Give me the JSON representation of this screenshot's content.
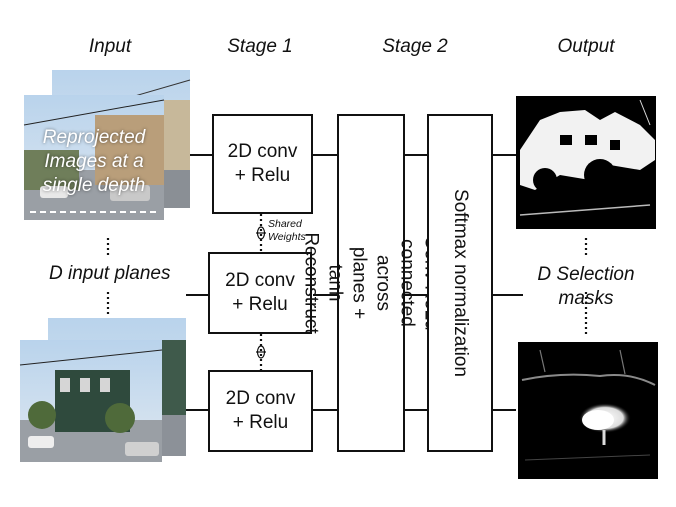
{
  "headers": {
    "input": "Input",
    "stage1": "Stage 1",
    "stage2": "Stage 2",
    "output": "Output"
  },
  "input_overlay": "Reprojected Images at a single depth",
  "input_planes_label": "D input planes",
  "conv_boxes": [
    "2D conv + Relu",
    "2D conv + Relu",
    "2D conv + Relu"
  ],
  "shared_weights_label": "Shared Weights",
  "stage2_box1": "Conv ReLu connected across planes + tanh Reconstruct",
  "stage2_box2": "Softmax normalization",
  "selection_masks_label": "D Selection masks"
}
